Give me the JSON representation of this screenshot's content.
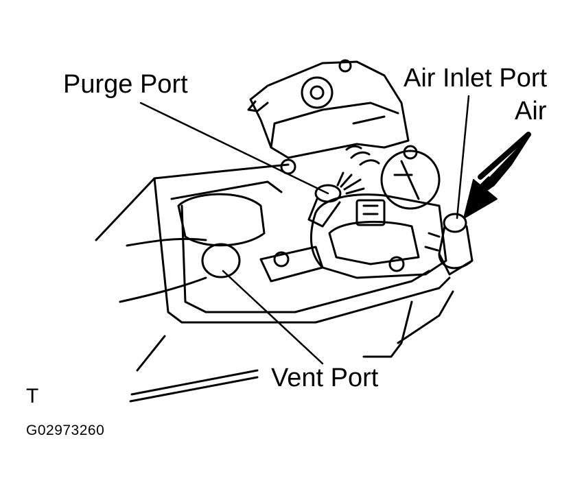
{
  "labels": {
    "purge_port": "Purge Port",
    "air_inlet_port": "Air Inlet Port",
    "air": "Air",
    "vent_port": "Vent Port"
  },
  "corner_mark": "T",
  "figure_code": "G02973260",
  "colors": {
    "ink": "#000000",
    "paper": "#ffffff"
  }
}
